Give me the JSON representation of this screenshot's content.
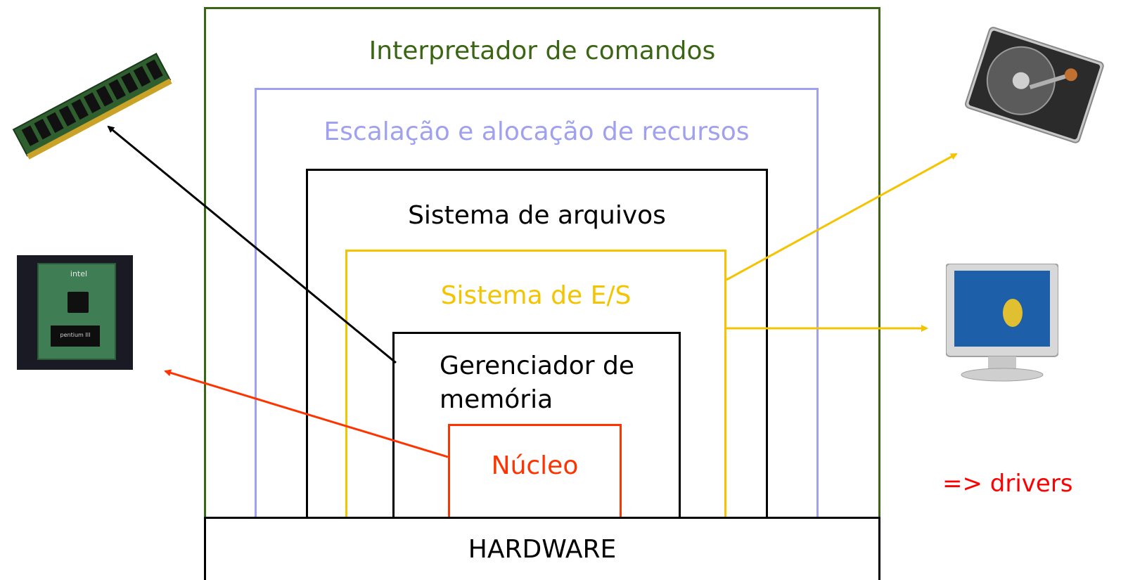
{
  "layers": {
    "command_interpreter": {
      "label": "Interpretador de comandos",
      "color": "#3a6614"
    },
    "scheduling": {
      "label": "Escalação e alocação de recursos",
      "color": "#a0a0f0"
    },
    "file_system": {
      "label": "Sistema de arquivos",
      "color": "#000000"
    },
    "io_system": {
      "label": "Sistema de E/S",
      "color": "#f5c400"
    },
    "memory_manager": {
      "label_line1": "Gerenciador de",
      "label_line2": "memória",
      "color": "#000000"
    },
    "kernel": {
      "label": "Núcleo",
      "color": "#ff3300"
    }
  },
  "hardware": {
    "label": "HARDWARE"
  },
  "devices": [
    {
      "name": "ram-module",
      "target_layer": "memory_manager"
    },
    {
      "name": "cpu-chip",
      "target_layer": "kernel"
    },
    {
      "name": "hard-disk",
      "target_layer": "io_system"
    },
    {
      "name": "monitor",
      "target_layer": "io_system"
    }
  ],
  "notes": {
    "drivers": "=> drivers",
    "drivers_color": "#ff0000"
  },
  "arrow_colors": {
    "memory": "#000000",
    "kernel": "#ff3300",
    "io": "#f5c400"
  }
}
